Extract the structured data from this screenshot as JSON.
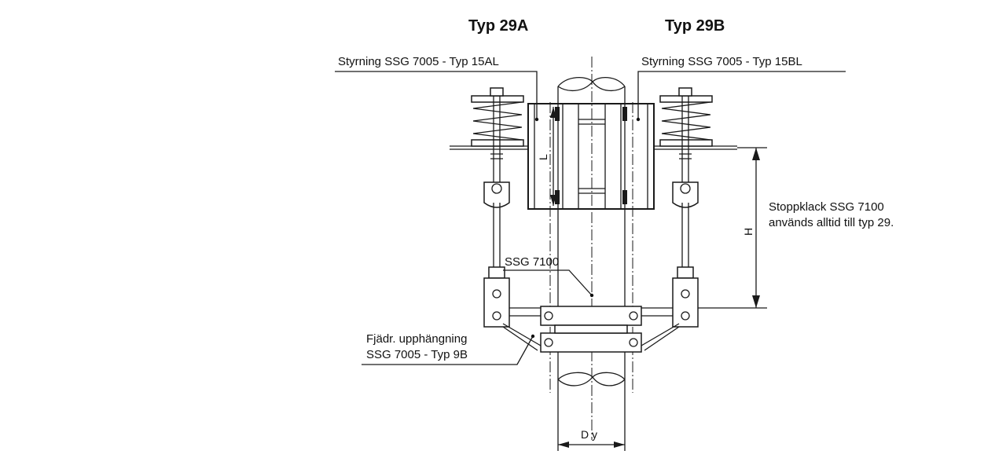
{
  "header_a": "Typ 29A",
  "header_b": "Typ 29B",
  "label_left_guide": "Styrning SSG 7005 - Typ 15AL",
  "label_right_guide": "Styrning SSG 7005 - Typ 15BL",
  "label_stop_line1": "Stoppklack SSG 7100",
  "label_stop_line2": "används alltid till typ 29.",
  "label_clamp": "SSG 7100",
  "label_hanger_line1": "Fjädr. upphängning",
  "label_hanger_line2": "SSG 7005 - Typ 9B",
  "dim_L": "L",
  "dim_H": "H",
  "dim_Dy": "D y"
}
